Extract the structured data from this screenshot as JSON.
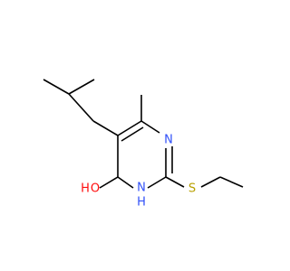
{
  "colors": {
    "background": "#ffffff",
    "bond": "#000000",
    "nitrogen": "#3050F8",
    "oxygen": "#FF0D0D",
    "sulfur": "#B8A000"
  },
  "atoms": {
    "n_top": "N",
    "n_bottom": "N",
    "h_bottom": "H",
    "o_label": "O",
    "h_oxygen": "H",
    "s_label": "S"
  }
}
